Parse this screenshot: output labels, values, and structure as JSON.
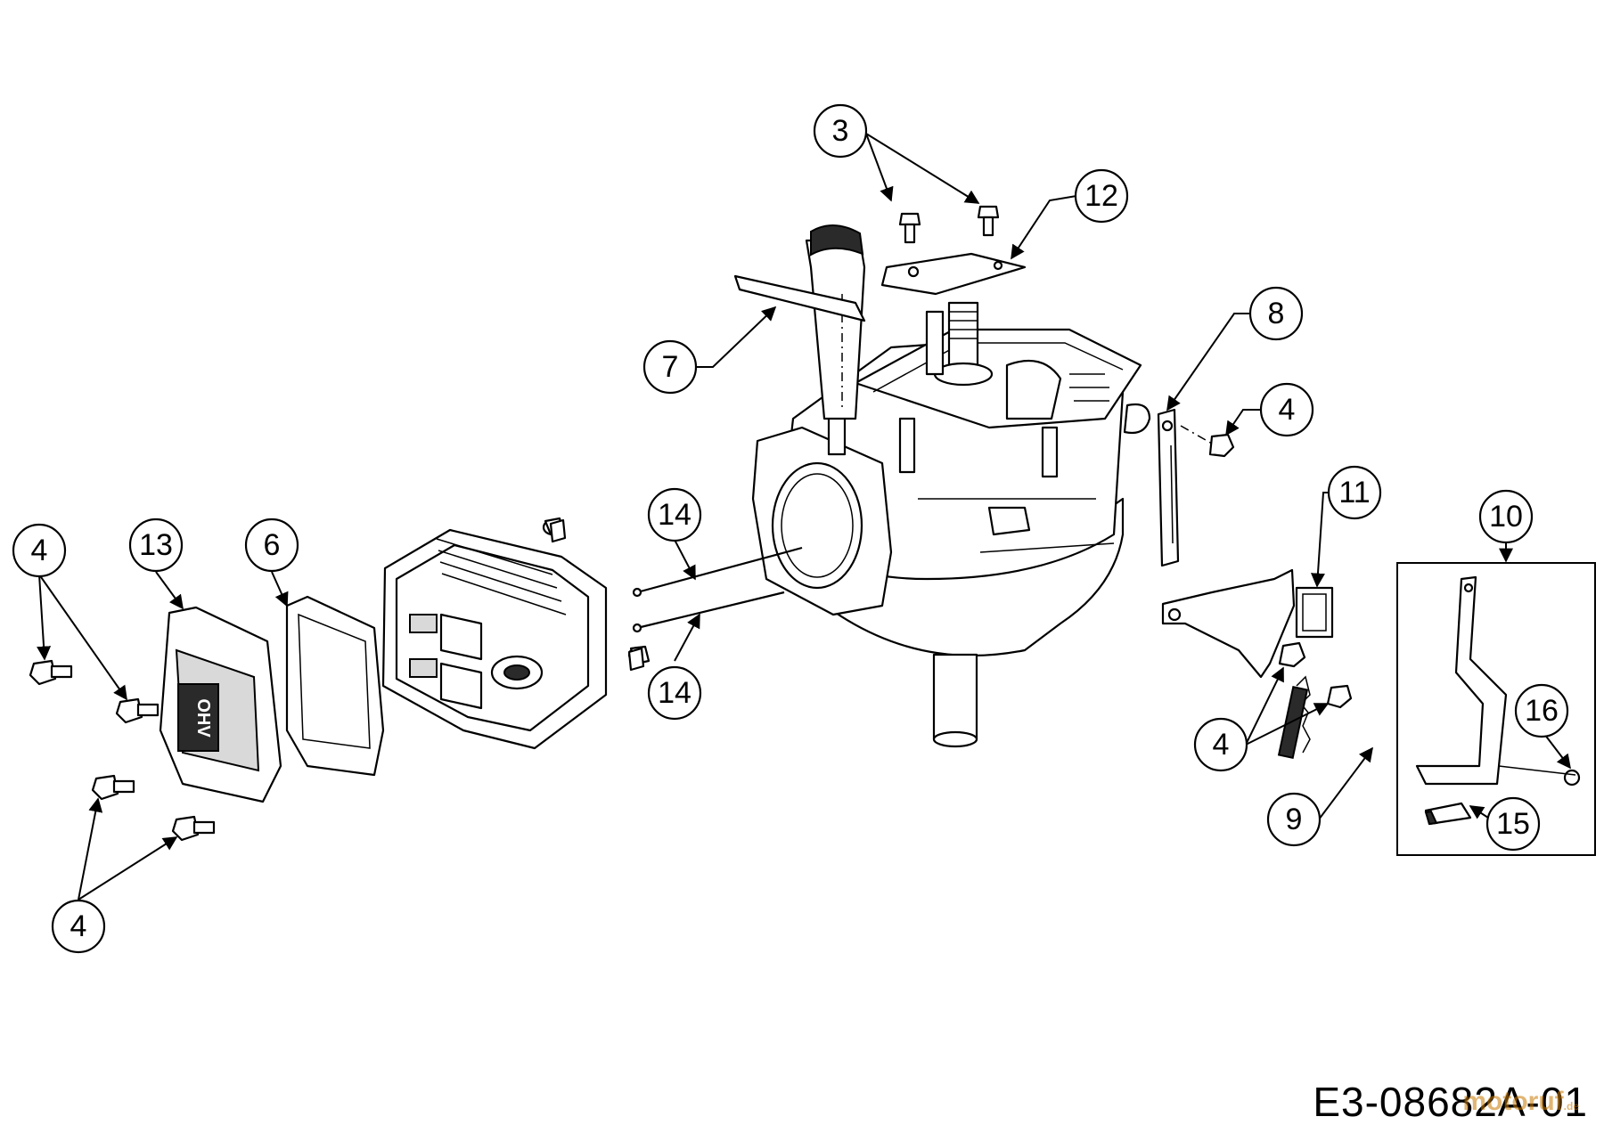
{
  "drawing": {
    "code": "E3-08682A-01",
    "watermark": "motoruf",
    "watermark_suffix": ".de"
  },
  "callouts": [
    {
      "id": "c3",
      "label": "3"
    },
    {
      "id": "c12",
      "label": "12"
    },
    {
      "id": "c7",
      "label": "7"
    },
    {
      "id": "c8",
      "label": "8"
    },
    {
      "id": "c4a",
      "label": "4"
    },
    {
      "id": "c11",
      "label": "11"
    },
    {
      "id": "c10",
      "label": "10"
    },
    {
      "id": "c16",
      "label": "16"
    },
    {
      "id": "c15",
      "label": "15"
    },
    {
      "id": "c9",
      "label": "9"
    },
    {
      "id": "c4b",
      "label": "4"
    },
    {
      "id": "c14a",
      "label": "14"
    },
    {
      "id": "c14b",
      "label": "14"
    },
    {
      "id": "c6",
      "label": "6"
    },
    {
      "id": "c13",
      "label": "13"
    },
    {
      "id": "c4c",
      "label": "4"
    },
    {
      "id": "c4d",
      "label": "4"
    }
  ],
  "cover_text": "OHV"
}
